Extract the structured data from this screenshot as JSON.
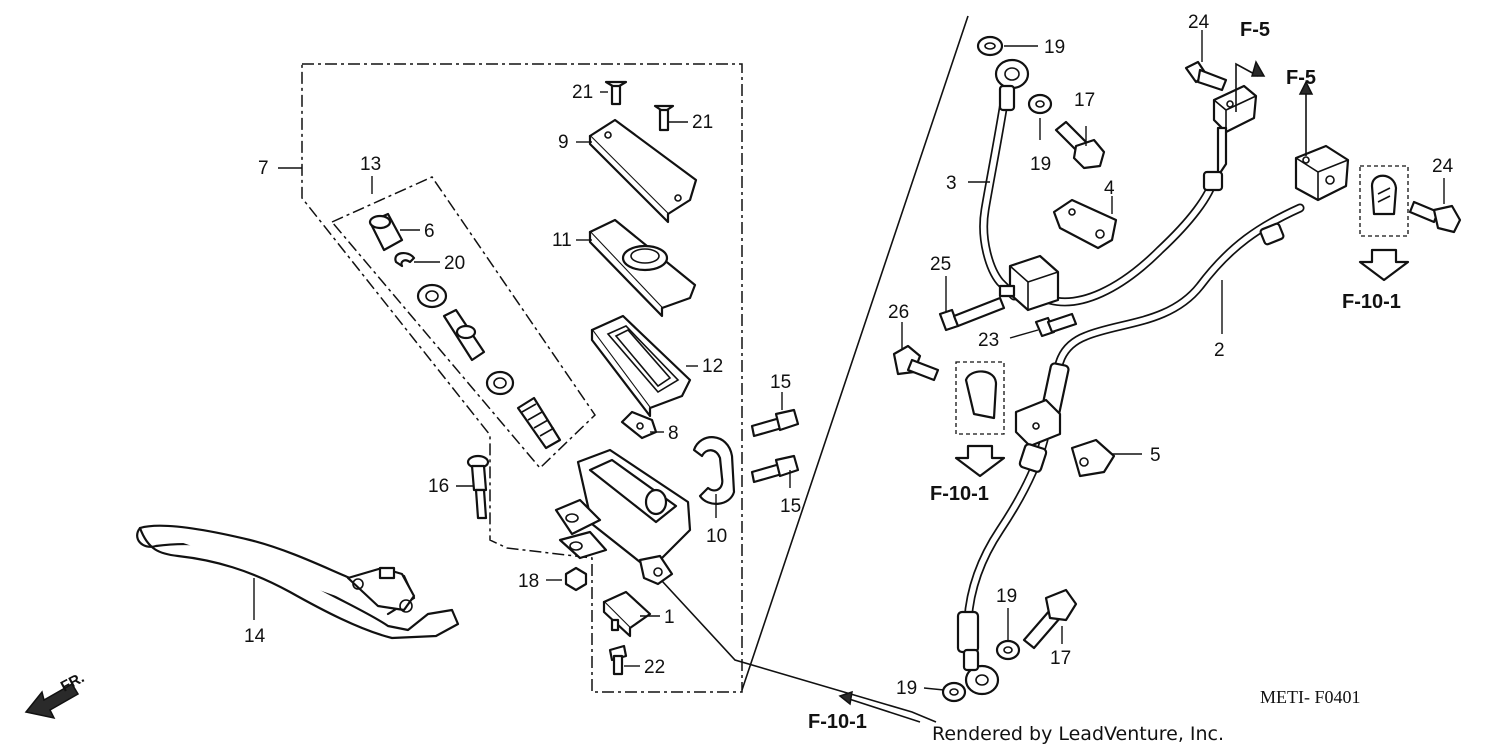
{
  "diagram": {
    "drawing_code": "METI- F0401",
    "credit": "Rendered by LeadVenture, Inc.",
    "direction_label": "FR.",
    "ref_labels": {
      "f5_a": "F-5",
      "f5_b": "F-5",
      "f10_1_a": "F-10-1",
      "f10_1_b": "F-10-1",
      "f10_1_c": "F-10-1"
    },
    "callouts": {
      "p1": "1",
      "p2": "2",
      "p3": "3",
      "p4": "4",
      "p5": "5",
      "p6": "6",
      "p7": "7",
      "p8": "8",
      "p9": "9",
      "p10": "10",
      "p11": "11",
      "p12": "12",
      "p13": "13",
      "p14": "14",
      "p15a": "15",
      "p15b": "15",
      "p16": "16",
      "p17a": "17",
      "p17b": "17",
      "p18": "18",
      "p19a": "19",
      "p19b": "19",
      "p19c": "19",
      "p19d": "19",
      "p20": "20",
      "p21a": "21",
      "p21b": "21",
      "p22": "22",
      "p23": "23",
      "p24a": "24",
      "p24b": "24",
      "p25": "25",
      "p26": "26"
    }
  }
}
